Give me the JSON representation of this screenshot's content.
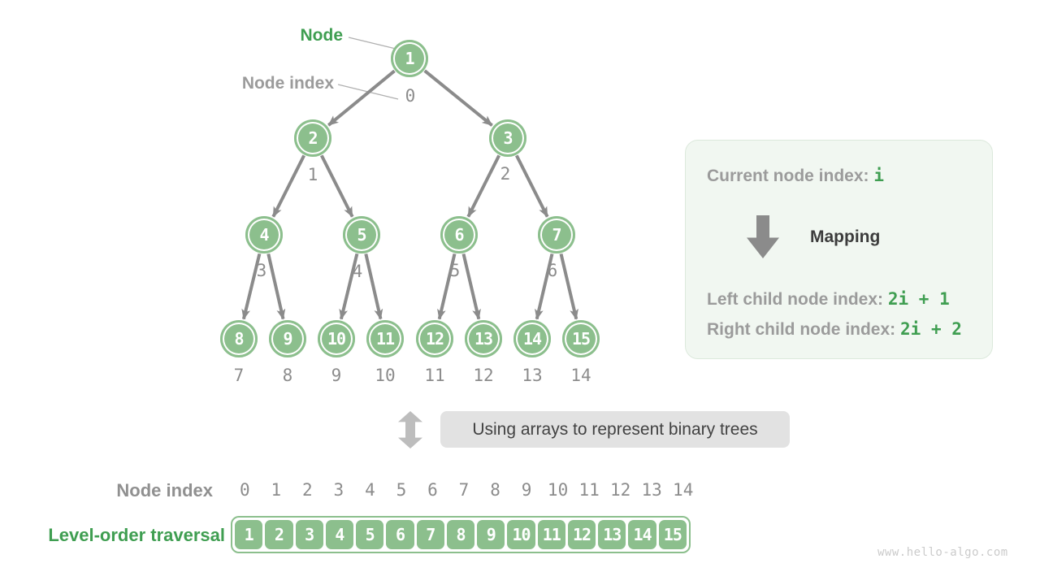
{
  "labels": {
    "node": "Node",
    "node_index": "Node index"
  },
  "tree": {
    "nodes": [
      {
        "value": "1",
        "index": "0"
      },
      {
        "value": "2",
        "index": "1"
      },
      {
        "value": "3",
        "index": "2"
      },
      {
        "value": "4",
        "index": "3"
      },
      {
        "value": "5",
        "index": "4"
      },
      {
        "value": "6",
        "index": "5"
      },
      {
        "value": "7",
        "index": "6"
      },
      {
        "value": "8",
        "index": "7"
      },
      {
        "value": "9",
        "index": "8"
      },
      {
        "value": "10",
        "index": "9"
      },
      {
        "value": "11",
        "index": "10"
      },
      {
        "value": "12",
        "index": "11"
      },
      {
        "value": "13",
        "index": "12"
      },
      {
        "value": "14",
        "index": "13"
      },
      {
        "value": "15",
        "index": "14"
      }
    ]
  },
  "panel": {
    "current_label": "Current node index:",
    "current_code": "i",
    "mapping_label": "Mapping",
    "left_label": "Left child node index:",
    "left_code": "2i + 1",
    "right_label": "Right child node index:",
    "right_code": "2i + 2"
  },
  "caption": {
    "text": "Using arrays to represent binary trees"
  },
  "bottom": {
    "node_index_label": "Node index",
    "level_order_label": "Level-order traversal"
  },
  "array": {
    "indices": [
      "0",
      "1",
      "2",
      "3",
      "4",
      "5",
      "6",
      "7",
      "8",
      "9",
      "10",
      "11",
      "12",
      "13",
      "14"
    ],
    "values": [
      "1",
      "2",
      "3",
      "4",
      "5",
      "6",
      "7",
      "8",
      "9",
      "10",
      "11",
      "12",
      "13",
      "14",
      "15"
    ]
  },
  "watermark": "www.hello-algo.com",
  "colors": {
    "node_green": "#8cbf8d",
    "accent_green": "#3f9e51",
    "label_gray": "#9b9b9b",
    "index_gray": "#8c8c8c",
    "arrow_gray": "#8b8b8b",
    "panel_bg": "#f1f7f1",
    "panel_border": "#dce9dc",
    "caption_bg": "#e2e2e2",
    "text_dark": "#3c3c3c"
  }
}
